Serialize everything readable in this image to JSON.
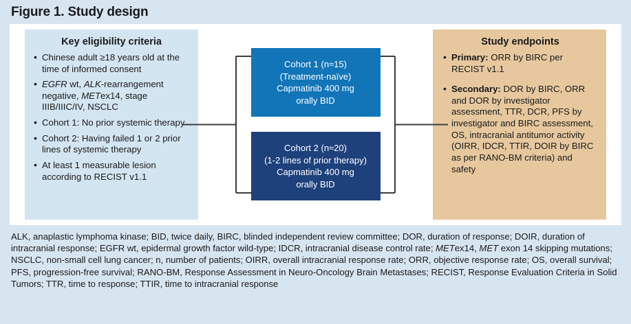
{
  "figure": {
    "title": "Figure 1. Study design"
  },
  "eligibility": {
    "heading": "Key eligibility criteria",
    "items": [
      "Chinese adult ≥18 years old at the time of informed consent",
      "EGFR wt, ALK-rearrangement negative, METex14, stage IIIB/IIIC/IV, NSCLC",
      "Cohort 1: No prior systemic therapy",
      "Cohort 2: Having failed 1 or 2 prior lines of systemic therapy",
      "At least 1 measurable lesion according to RECIST v1.1"
    ]
  },
  "cohorts": [
    {
      "name": "cohort-1",
      "title": "Cohort 1 (n≈15)",
      "subtitle": "(Treatment-naïve)",
      "drug": "Capmatinib 400 mg",
      "dosing": "orally  BID",
      "color": "#1275b8"
    },
    {
      "name": "cohort-2",
      "title": "Cohort 2 (n≈20)",
      "subtitle": "(1-2 lines of prior therapy)",
      "drug": "Capmatinib 400 mg",
      "dosing": "orally BID",
      "color": "#1e417c"
    }
  ],
  "endpoints": {
    "heading": "Study endpoints",
    "items": [
      {
        "label": "Primary:",
        "text": "ORR by BIRC per RECIST v1.1"
      },
      {
        "label": "Secondary:",
        "text": "DOR by BIRC, ORR and DOR by investigator assessment, TTR, DCR, PFS by investigator and BIRC assessment, OS, intracranial antitumor activity (OIRR, IDCR, TTIR, DOIR by BIRC as per RANO-BM criteria) and safety"
      }
    ]
  },
  "footnote": {
    "text": "ALK, anaplastic lymphoma kinase; BID, twice daily, BIRC, blinded independent review committee; DOR, duration of response; DOIR, duration of intracranial response; EGFR wt, epidermal growth factor wild-type; IDCR, intracranial disease control rate; METex14, MET exon 14 skipping mutations; NSCLC, non-small cell lung cancer; n, number of patients; OIRR, overall intracranial response rate; ORR, objective response rate; OS, overall survival; PFS, progression-free survival; RANO-BM, Response Assessment in Neuro-Oncology Brain Metastases; RECIST, Response Evaluation Criteria in Solid Tumors; TTR, time to response; TTIR, time to intracranial response"
  },
  "colors": {
    "page_background": "#d7e5f1",
    "card_background": "#ffffff",
    "eligibility_panel": "#d4e5f2",
    "endpoints_panel": "#e7c89e",
    "connector_line": "#3c3c3c"
  }
}
